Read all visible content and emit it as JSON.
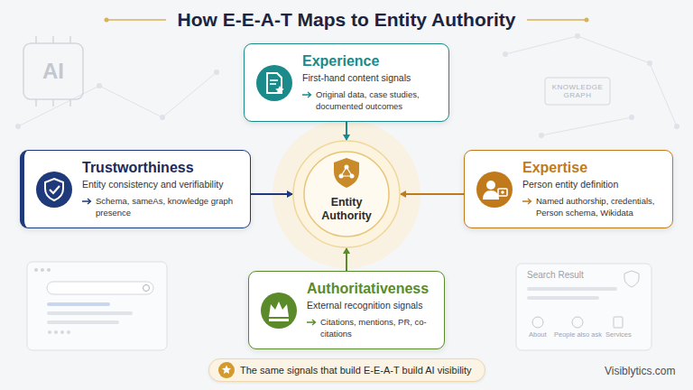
{
  "diagram": {
    "title": "How E-E-A-T Maps to Entity Authority",
    "nodes": [
      {
        "text": [
          "Experience",
          "First-hand content signals",
          "Original data, case studies, documented outcomes"
        ]
      },
      {
        "text": [
          "Trustworthiness",
          "Entity consistency and verifiability",
          "Schema, sameAs, knowledge graph presence"
        ]
      },
      {
        "text": [
          "Entity Authority"
        ]
      },
      {
        "text": [
          "Expertise",
          "Person entity definition",
          "Named authorship, credentials, Person schema, Wikidata"
        ]
      },
      {
        "text": [
          "Authoritativeness",
          "External recognition signals",
          "Citations, mentions, PR, co-citations"
        ]
      },
      {
        "text": [
          "The same signals that build E-E-A-T build AI visibility"
        ]
      }
    ],
    "edges": [
      {
        "from": 0,
        "to": 2,
        "arrow": "to"
      },
      {
        "from": 1,
        "to": 2,
        "arrow": "to"
      },
      {
        "from": 3,
        "to": 2,
        "arrow": "to"
      },
      {
        "from": 4,
        "to": 2,
        "arrow": "to"
      }
    ],
    "labels": [
      "AI",
      "KNOWLEDGE GRAPH",
      "Search Result",
      "About",
      "People also ask",
      "Services",
      "Visiblytics.com"
    ]
  }
}
